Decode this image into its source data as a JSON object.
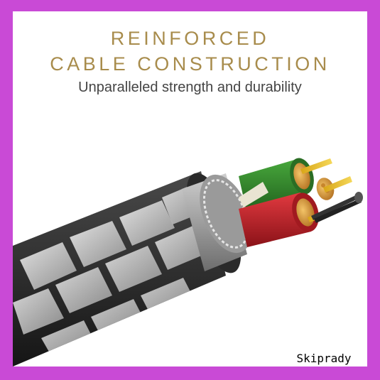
{
  "hero": {
    "headline_line1": "REINFORCED",
    "headline_line2": "CABLE CONSTRUCTION",
    "subtitle": "Unparalleled strength and durability"
  },
  "product_image": {
    "subject": "braided-cable-cross-section-icon"
  },
  "watermark": {
    "text": "Skiprady"
  },
  "colors": {
    "background_frame": "#c94ad6",
    "headline": "#a88c4c",
    "subtitle": "#444444",
    "wire_green": "#2f8a2c",
    "wire_red": "#c3222b",
    "copper": "#d89a3a"
  }
}
